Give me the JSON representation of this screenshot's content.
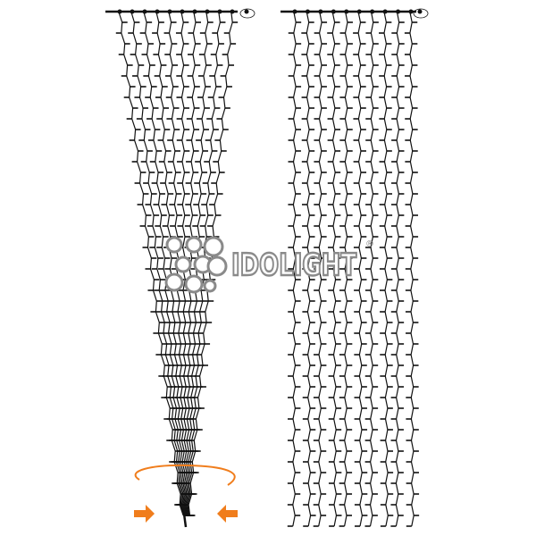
{
  "logo": {
    "text": "IDOLIGHT",
    "mark": "®"
  },
  "colors": {
    "wire": "#111111",
    "accent": "#f07d1c",
    "logo": "#8a8a8a"
  },
  "curtains": [
    {
      "name": "gathered-curtain",
      "strands": 10,
      "shape": "cone"
    },
    {
      "name": "flat-curtain",
      "strands": 10,
      "shape": "straight"
    }
  ],
  "icons": [
    "rotate-arrow-icon",
    "arrow-right-icon",
    "arrow-left-icon",
    "plug-icon"
  ]
}
